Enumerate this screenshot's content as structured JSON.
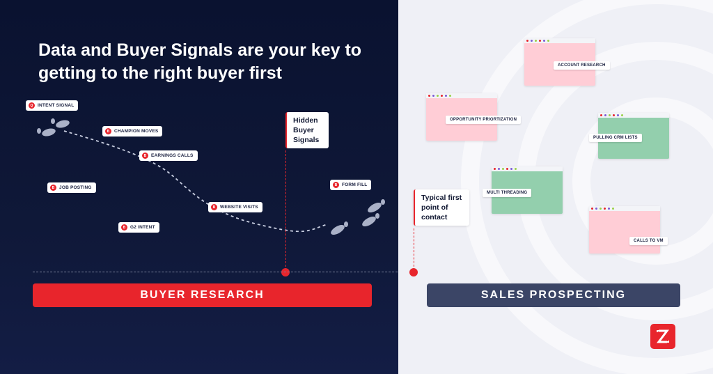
{
  "headline": "Data and Buyer Signals are your key to getting to the right buyer first",
  "signals": [
    {
      "label": "INTENT SIGNAL",
      "badge": "Q"
    },
    {
      "label": "CHAMPION MOVES",
      "badge": "B"
    },
    {
      "label": "EARNINGS CALLS",
      "badge": "B"
    },
    {
      "label": "JOB POSTING",
      "badge": "B"
    },
    {
      "label": "WEBSITE VISITS",
      "badge": "B"
    },
    {
      "label": "G2 INTENT",
      "badge": "B"
    },
    {
      "label": "FORM FILL",
      "badge": "B"
    }
  ],
  "flags": {
    "hidden": "Hidden Buyer Signals",
    "typical": "Typical first point of contact"
  },
  "phases": {
    "buyer_research": "BUYER RESEARCH",
    "sales_prospecting": "SALES PROSPECTING"
  },
  "activities": [
    {
      "label": "ACCOUNT RESEARCH",
      "color": "#ffcdd6"
    },
    {
      "label": "OPPORTUNITY PRIORTIZATION",
      "color": "#ffcdd6"
    },
    {
      "label": "PULLING CRM LISTS",
      "color": "#93cfad"
    },
    {
      "label": "MULTI THREADING",
      "color": "#93cfad"
    },
    {
      "label": "CALLS TO VM",
      "color": "#ffcdd6"
    }
  ],
  "colors": {
    "accent_red": "#e8252c",
    "navy": "#0f1838",
    "slate_pill": "#3b4566"
  }
}
